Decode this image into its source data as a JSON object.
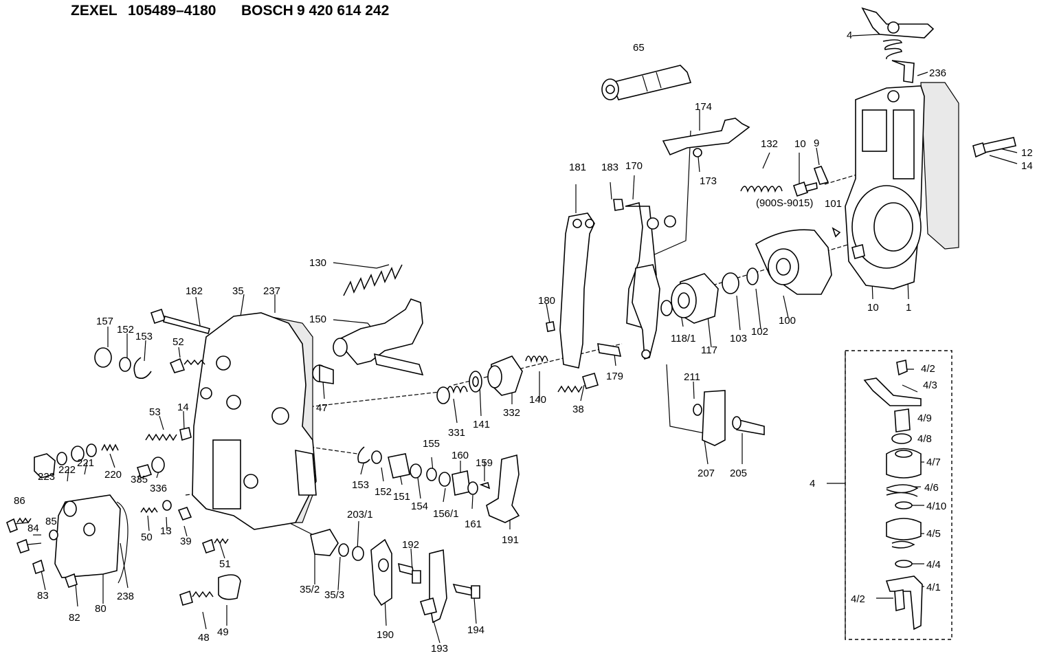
{
  "header": {
    "zexel_brand": "ZEXEL",
    "zexel_number": "105489–4180",
    "bosch_brand": "BOSCH",
    "bosch_number": "9 420 614 242"
  },
  "labels": {
    "p4": "4",
    "p65": "65",
    "p236": "236",
    "p174": "174",
    "p132": "132",
    "p10a": "10",
    "p9": "9",
    "p12": "12",
    "p14a": "14",
    "p173": "173",
    "p181": "181",
    "p183": "183",
    "p170": "170",
    "p1900": "(900S-9015)",
    "p101": "101",
    "p130": "130",
    "p182": "182",
    "p35": "35",
    "p237": "237",
    "p150": "150",
    "p180": "180",
    "p10b": "10",
    "p1": "1",
    "p157": "157",
    "p152a": "152",
    "p153a": "153",
    "p52": "52",
    "p47": "47",
    "p118": "118/1",
    "p117": "117",
    "p103": "103",
    "p102": "102",
    "p100": "100",
    "p179": "179",
    "p53": "53",
    "p14b": "14",
    "p331": "331",
    "p141": "141",
    "p332": "332",
    "p140": "140",
    "p38": "38",
    "p211": "211",
    "p4_2a": "4/2",
    "p4_3": "4/3",
    "p4_9": "4/9",
    "p4_8": "4/8",
    "p223": "223",
    "p222": "222",
    "p221": "221",
    "p220": "220",
    "p335": "335",
    "p336": "336",
    "p153b": "153",
    "p152b": "152",
    "p151": "151",
    "p154": "154",
    "p155": "155",
    "p160": "160",
    "p159": "159",
    "p1561": "156/1",
    "p161": "161",
    "p191": "191",
    "p207": "207",
    "p205": "205",
    "p4_7": "4/7",
    "p4_6": "4/6",
    "p4_10": "4/10",
    "p4_5": "4/5",
    "p4_4": "4/4",
    "p4_1": "4/1",
    "p4_2b": "4/2",
    "p4b": "4",
    "p86": "86",
    "p85": "85",
    "p84": "84",
    "p50": "50",
    "p13": "13",
    "p39": "39",
    "p51": "51",
    "p2031": "203/1",
    "p192": "192",
    "p83": "83",
    "p82": "82",
    "p80": "80",
    "p238": "238",
    "p352": "35/2",
    "p353": "35/3",
    "p190": "190",
    "p194": "194",
    "p193": "193",
    "p48": "48",
    "p49": "49"
  }
}
